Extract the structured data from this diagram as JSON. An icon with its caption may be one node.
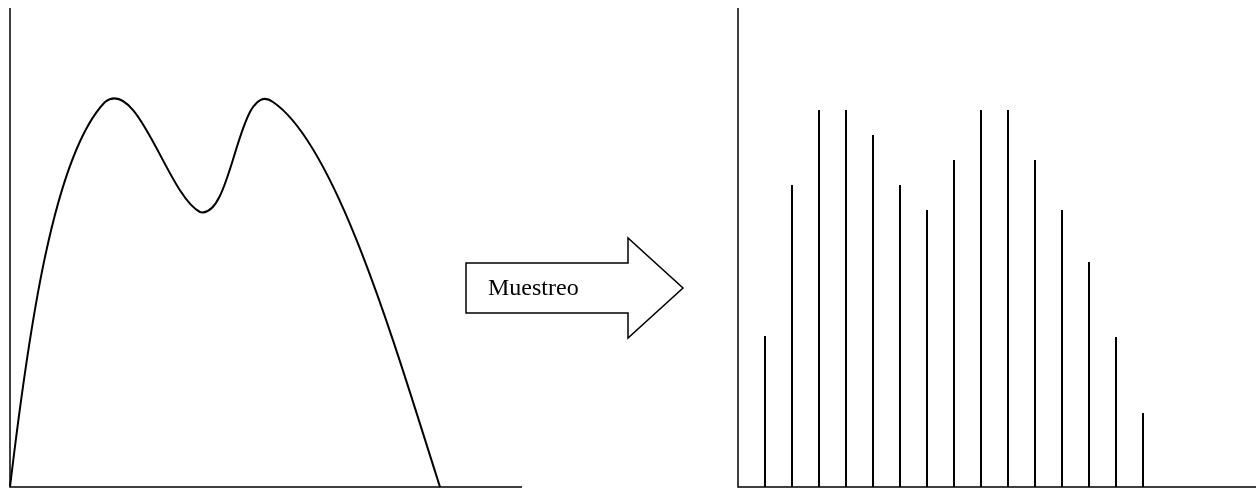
{
  "diagram": {
    "nodes": [
      {
        "text": [],
        "shape": "picture"
      },
      {
        "text": [],
        "shape": "picture"
      }
    ],
    "edges": [
      {
        "from": 0,
        "to": 1,
        "arrow": "to",
        "label": "Muestreo"
      }
    ]
  }
}
